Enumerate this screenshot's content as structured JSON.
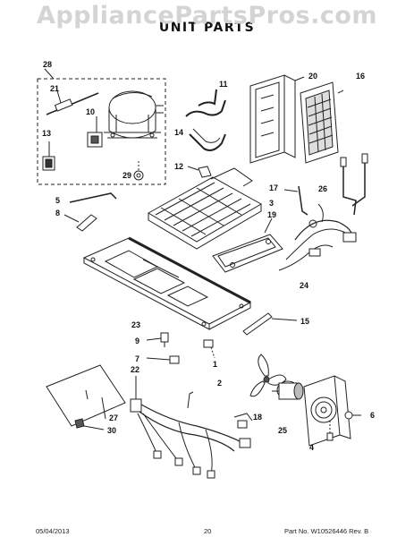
{
  "watermark": "AppliancePartsPros.com",
  "title": "UNIT PARTS",
  "callouts": {
    "c1": "1",
    "c2": "2",
    "c3": "3",
    "c4": "4",
    "c5": "5",
    "c6": "6",
    "c7": "7",
    "c8": "8",
    "c9": "9",
    "c10": "10",
    "c11": "11",
    "c12": "12",
    "c13": "13",
    "c14": "14",
    "c15": "15",
    "c16": "16",
    "c17": "17",
    "c18": "18",
    "c19": "19",
    "c20": "20",
    "c21": "21",
    "c22": "22",
    "c23": "23",
    "c24": "24",
    "c25": "25",
    "c26": "26",
    "c27": "27",
    "c28": "28",
    "c29": "29",
    "c30": "30"
  },
  "footer": {
    "date": "05/04/2013",
    "page": "20",
    "part_number": "Part No. W10526446 Rev. B"
  }
}
